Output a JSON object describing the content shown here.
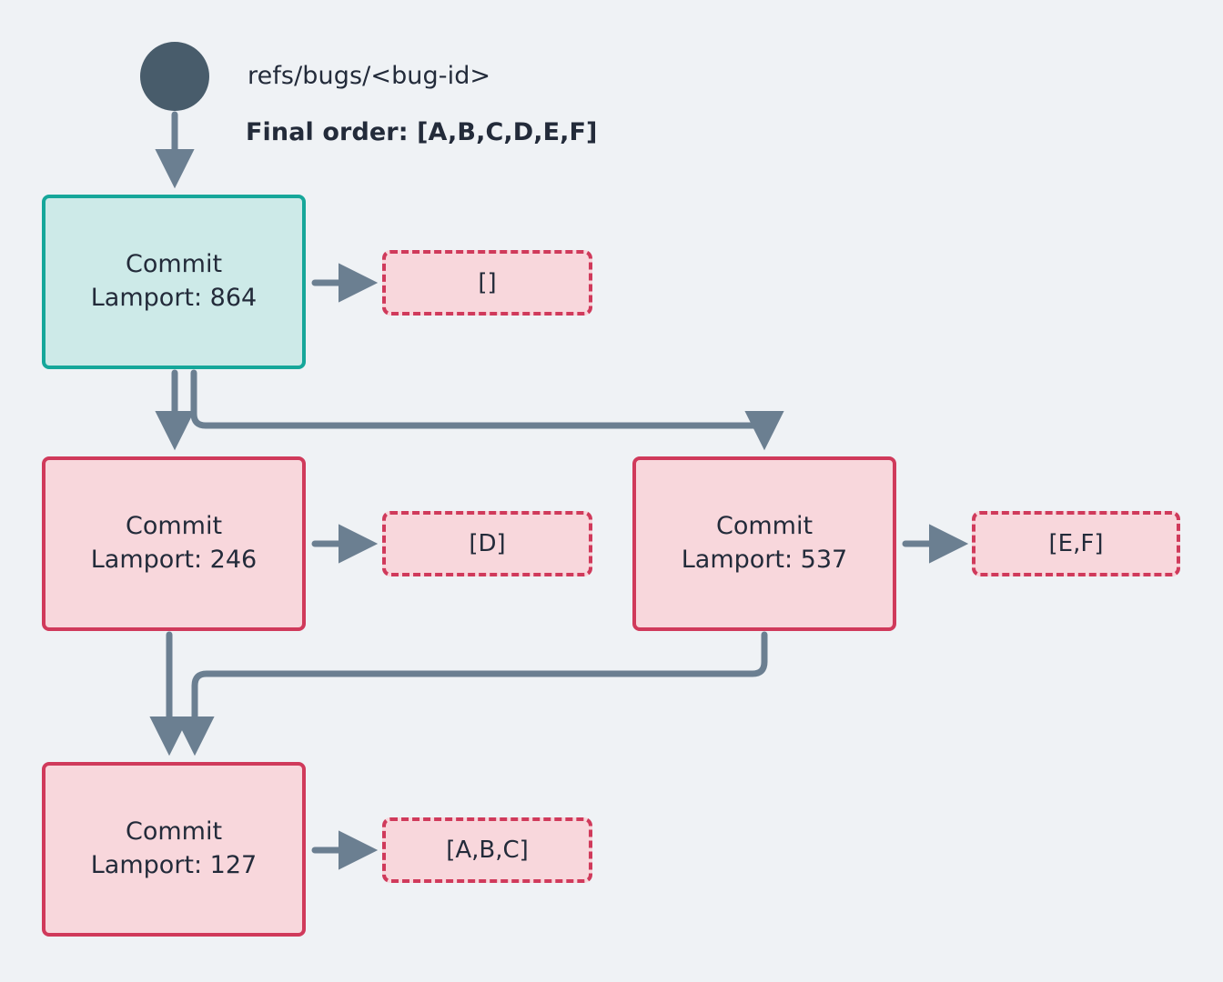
{
  "diagram": {
    "type": "flowchart",
    "background_color": "#eff2f5",
    "start": {
      "icon": "filled-circle",
      "color": "#485c6b",
      "ref_label": "refs/bugs/<bug-id>",
      "final_order_label": "Final order: [A,B,C,D,E,F]"
    },
    "palette": {
      "teal_fill": "#cdeae8",
      "teal_border": "#16a79a",
      "pink_fill": "#f8d7dc",
      "pink_border": "#d03a5b",
      "edge": "#6b7f91",
      "text": "#232b3a"
    },
    "nodes": [
      {
        "id": "c864",
        "title": "Commit",
        "detail": "Lamport: 864",
        "lamport": 864,
        "style": "teal",
        "list": "[]",
        "list_items": []
      },
      {
        "id": "c246",
        "title": "Commit",
        "detail": "Lamport: 246",
        "lamport": 246,
        "style": "pink",
        "list": "[D]",
        "list_items": [
          "D"
        ]
      },
      {
        "id": "c537",
        "title": "Commit",
        "detail": "Lamport: 537",
        "lamport": 537,
        "style": "pink",
        "list": "[E,F]",
        "list_items": [
          "E",
          "F"
        ]
      },
      {
        "id": "c127",
        "title": "Commit",
        "detail": "Lamport: 127",
        "lamport": 127,
        "style": "pink",
        "list": "[A,B,C]",
        "list_items": [
          "A",
          "B",
          "C"
        ]
      }
    ],
    "edges": [
      {
        "from": "start",
        "to": "c864"
      },
      {
        "from": "c864",
        "to": "c246"
      },
      {
        "from": "c864",
        "to": "c537"
      },
      {
        "from": "c246",
        "to": "c127"
      },
      {
        "from": "c537",
        "to": "c127"
      },
      {
        "from": "c864",
        "to": "c864_list"
      },
      {
        "from": "c246",
        "to": "c246_list"
      },
      {
        "from": "c537",
        "to": "c537_list"
      },
      {
        "from": "c127",
        "to": "c127_list"
      }
    ]
  }
}
